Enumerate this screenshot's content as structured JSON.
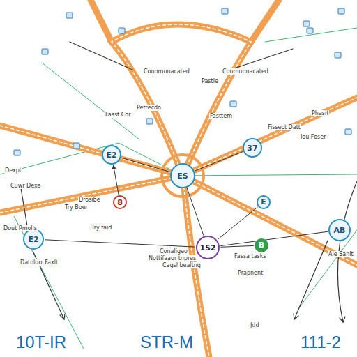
{
  "diagram": {
    "nodes": [
      {
        "text": [
          "ES"
        ]
      },
      {
        "text": [
          "152"
        ]
      },
      {
        "text": [
          "E2"
        ]
      },
      {
        "text": [
          "E2"
        ]
      },
      {
        "text": [
          "AB"
        ]
      },
      {
        "text": [
          "37"
        ]
      },
      {
        "text": [
          "8"
        ]
      },
      {
        "text": [
          "E"
        ]
      },
      {
        "text": [
          "B"
        ]
      }
    ],
    "edges": [
      {
        "from": 3,
        "to": 0,
        "arrow": "none"
      },
      {
        "from": 0,
        "to": 5,
        "arrow": "none"
      },
      {
        "from": 0,
        "to": 1,
        "arrow": "none"
      },
      {
        "from": 1,
        "to": 2,
        "arrow": "none"
      },
      {
        "from": 1,
        "to": 4,
        "arrow": "none"
      },
      {
        "from": 7,
        "to": 1,
        "arrow": "none"
      },
      {
        "from": 6,
        "to": 3,
        "arrow": "to"
      },
      {
        "from": 8,
        "to": 1,
        "arrow": "none"
      }
    ],
    "labels": [
      "Connmunacated",
      "Conmunnacated",
      "Petrecdo",
      "Fasttem",
      "Drosibe",
      "Try Boer",
      "Try faid",
      "Datolorr Faxlt",
      "Fasst Cor",
      "Conaligeo",
      "Nottifaaor tnpres",
      "Cagsl bealtng",
      "Fassa tasks",
      "Prapnent",
      "Iou Foser",
      "Fissect Datt",
      "Aie Sanlt",
      "Cuwr Dexe",
      "Dout Pmolls",
      "Phasit",
      "Jdd",
      "10T-IR",
      "STR-M",
      "111-2",
      "Dexpt",
      "Pastle"
    ]
  }
}
